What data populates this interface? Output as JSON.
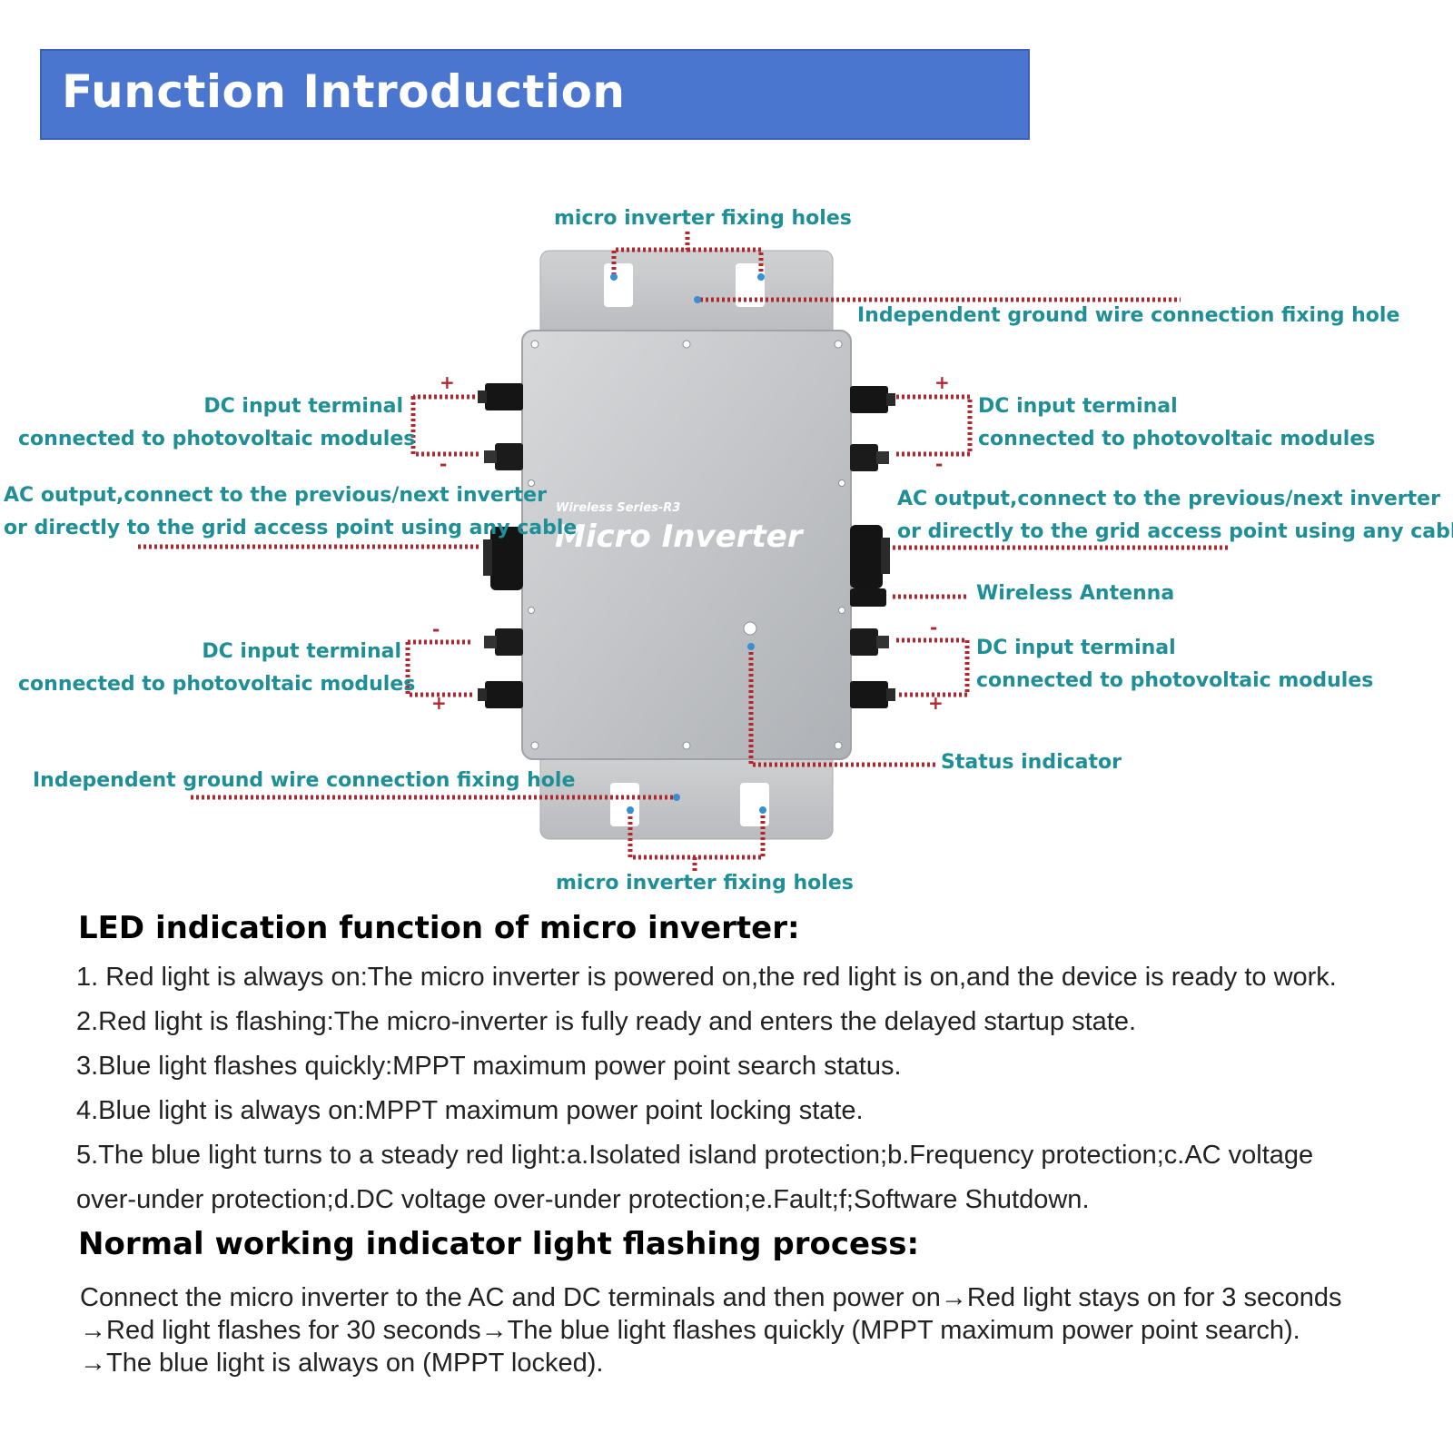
{
  "header": {
    "title": "Function Introduction"
  },
  "device": {
    "series": "Wireless Series-R3",
    "name": "Micro Inverter"
  },
  "labels": {
    "fixing_holes_top": "micro inverter fixing holes",
    "ground_hole_top": "Independent ground wire connection fixing hole",
    "dc_left_top": [
      "DC input terminal",
      "connected to photovoltaic modules"
    ],
    "dc_right_top": [
      "DC input terminal",
      "connected to photovoltaic modules"
    ],
    "ac_left": [
      "AC output,connect to the previous/next inverter",
      "or directly to the grid access point using any cable"
    ],
    "ac_right": [
      "AC output,connect to the previous/next inverter",
      "or directly to the grid access point using any cable"
    ],
    "antenna": "Wireless Antenna",
    "dc_left_bottom": [
      "DC input terminal",
      "connected to photovoltaic modules"
    ],
    "dc_right_bottom": [
      "DC input terminal",
      "connected to photovoltaic modules"
    ],
    "status": "Status indicator",
    "ground_hole_bottom": "Independent ground wire connection fixing hole",
    "fixing_holes_bottom": "micro inverter fixing holes",
    "plus": "+",
    "minus": "-"
  },
  "led_section": {
    "title": "LED indication function of micro inverter:",
    "items": [
      " 1. Red light is always on:The micro inverter is powered on,the red light is on,and the device is ready to work.",
      "2.Red light is flashing:The micro-inverter is fully ready and enters the delayed startup state.",
      "3.Blue light flashes quickly:MPPT maximum power point search status.",
      "4.Blue light is always on:MPPT maximum power point locking state.",
      "5.The blue light turns to a steady red light:a.Isolated island protection;b.Frequency protection;c.AC voltage",
      "over-under protection;d.DC voltage over-under protection;e.Fault;f;Software Shutdown."
    ]
  },
  "process_section": {
    "title": "Normal working indicator light flashing process:",
    "lines": [
      "Connect the micro inverter to the AC and DC terminals and then power on→Red light stays on for 3 seconds",
      "→Red light flashes for 30 seconds→The blue light flashes quickly (MPPT maximum power point search).",
      "→The blue light is always on (MPPT locked)."
    ]
  },
  "colors": {
    "banner": "#4a76cf",
    "label": "#1f8f97",
    "leader": "#b3262e",
    "body": "#c2c4c6",
    "indicator_dot": "#3a8fd0"
  }
}
